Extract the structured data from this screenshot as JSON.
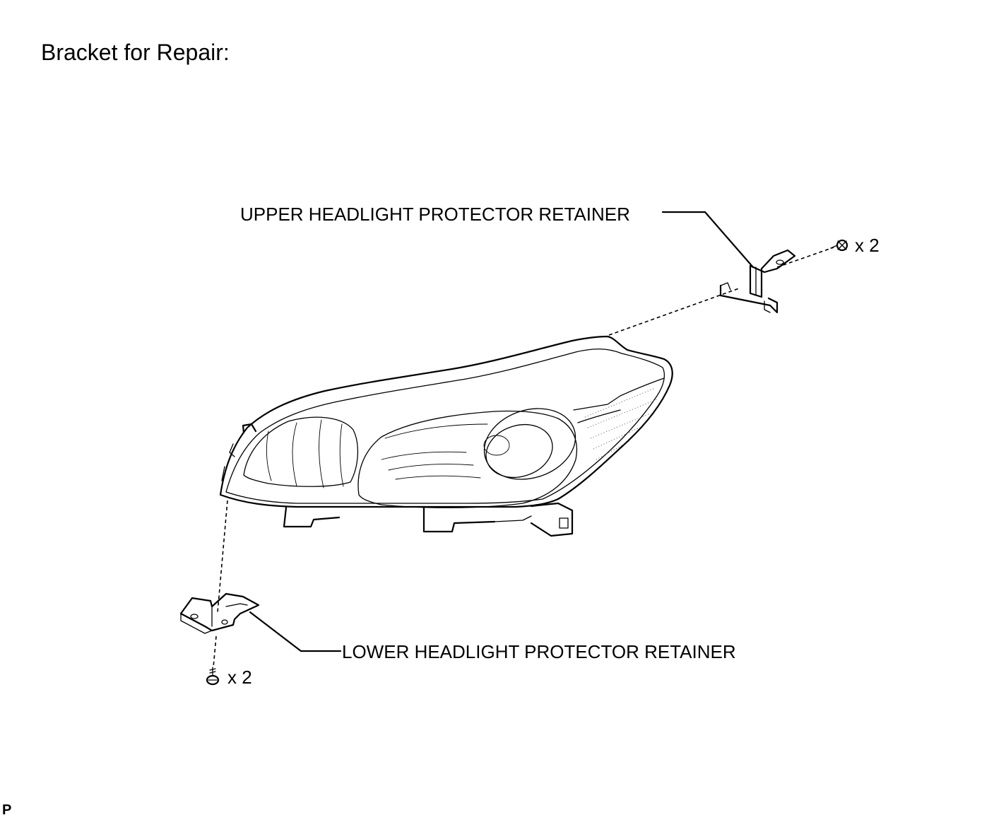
{
  "diagram": {
    "title": "Bracket for Repair:",
    "labels": {
      "upper_retainer": "UPPER HEADLIGHT PROTECTOR RETAINER",
      "upper_quantity": "x 2",
      "lower_retainer": "LOWER HEADLIGHT PROTECTOR RETAINER",
      "lower_quantity": "x 2"
    },
    "page_code": "P",
    "icons": {
      "headlight": "headlight-assembly-icon",
      "upper_bracket": "upper-bracket-icon",
      "lower_bracket": "lower-bracket-icon",
      "screw": "screw-icon"
    }
  }
}
